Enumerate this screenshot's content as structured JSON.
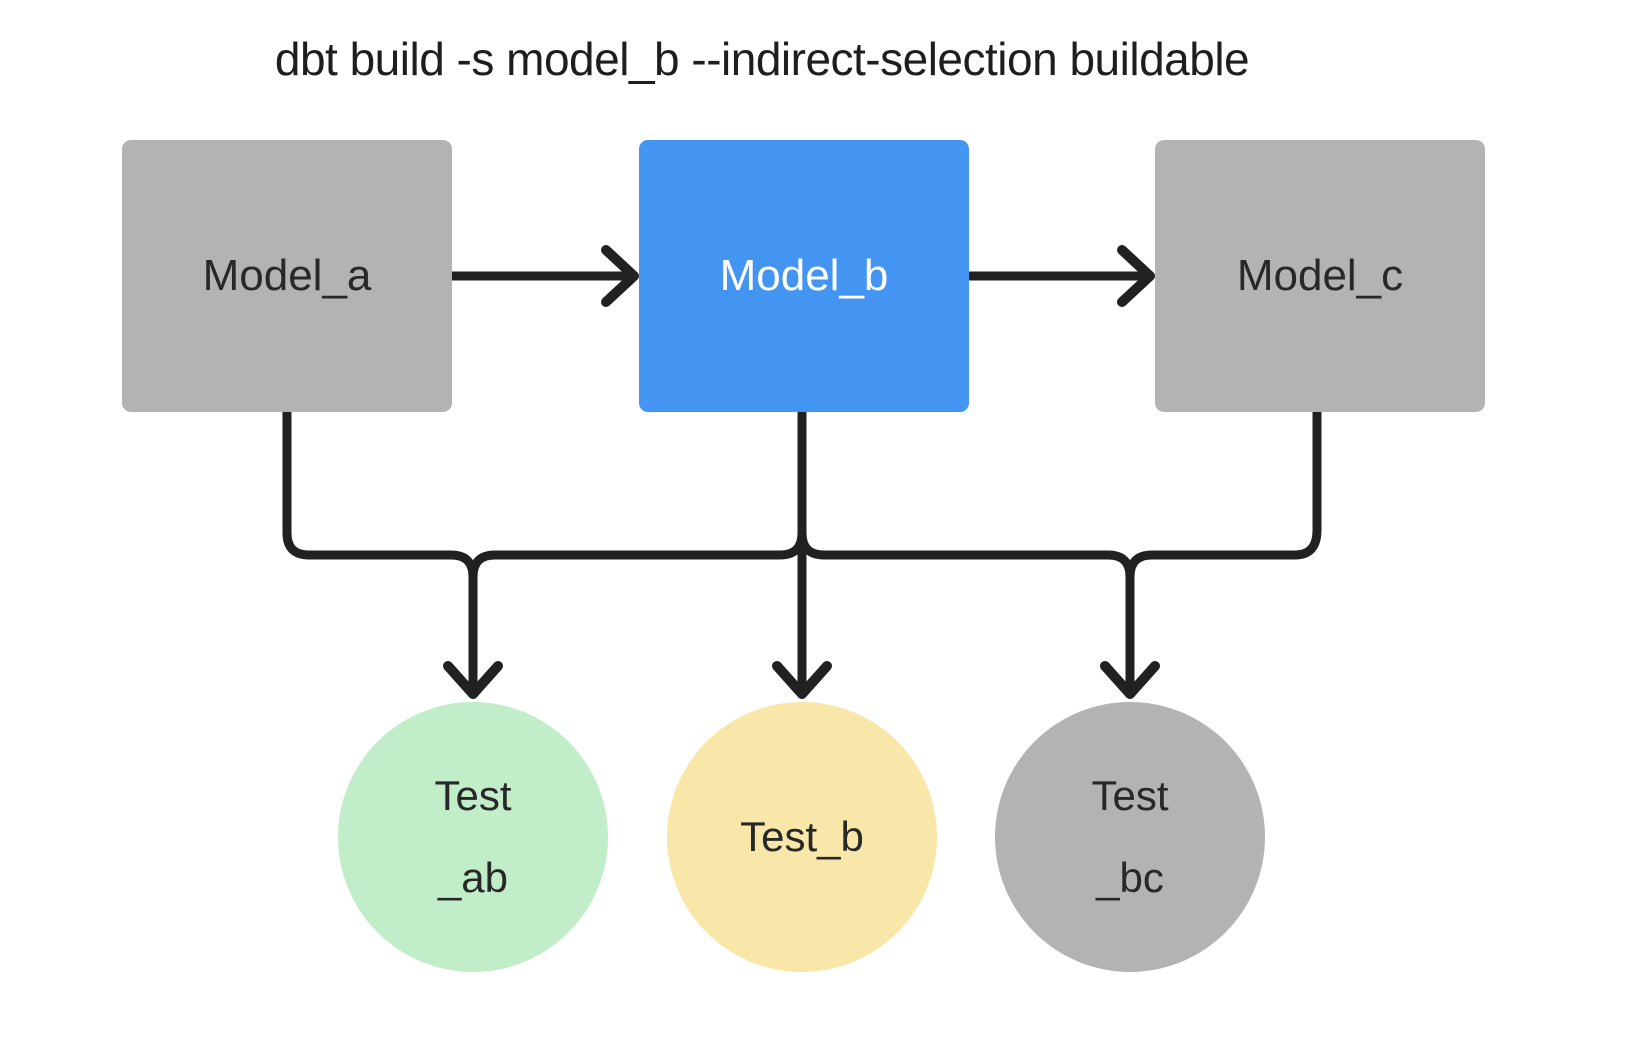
{
  "title": "dbt build -s model_b --indirect-selection buildable",
  "diagram": {
    "background": "#ffffff",
    "edge_color": "#212121",
    "title_color": "#1e1e1e",
    "nodes": [
      {
        "id": "model_a",
        "label": "Model_a",
        "shape": "rectangle",
        "fill": "#b3b3b3",
        "text_color": "#282828"
      },
      {
        "id": "model_b",
        "label": "Model_b",
        "shape": "rectangle",
        "fill": "#4495f1",
        "text_color": "#ffffff"
      },
      {
        "id": "model_c",
        "label": "Model_c",
        "shape": "rectangle",
        "fill": "#b3b3b3",
        "text_color": "#282828"
      },
      {
        "id": "test_ab",
        "label": "Test\n_ab",
        "shape": "circle",
        "fill": "#c1eec9",
        "text_color": "#282828"
      },
      {
        "id": "test_b",
        "label": "Test_b",
        "shape": "circle",
        "fill": "#f8e7a8",
        "text_color": "#282828"
      },
      {
        "id": "test_bc",
        "label": "Test\n_bc",
        "shape": "circle",
        "fill": "#b3b3b3",
        "text_color": "#282828"
      }
    ],
    "edges": [
      {
        "from": "model_a",
        "to": "model_b",
        "arrow": true
      },
      {
        "from": "model_b",
        "to": "model_c",
        "arrow": true
      },
      {
        "from": "model_a",
        "to": "test_ab",
        "arrow": true
      },
      {
        "from": "model_b",
        "to": "test_ab",
        "arrow": true
      },
      {
        "from": "model_b",
        "to": "test_b",
        "arrow": true
      },
      {
        "from": "model_b",
        "to": "test_bc",
        "arrow": true
      },
      {
        "from": "model_c",
        "to": "test_bc",
        "arrow": true
      }
    ]
  }
}
